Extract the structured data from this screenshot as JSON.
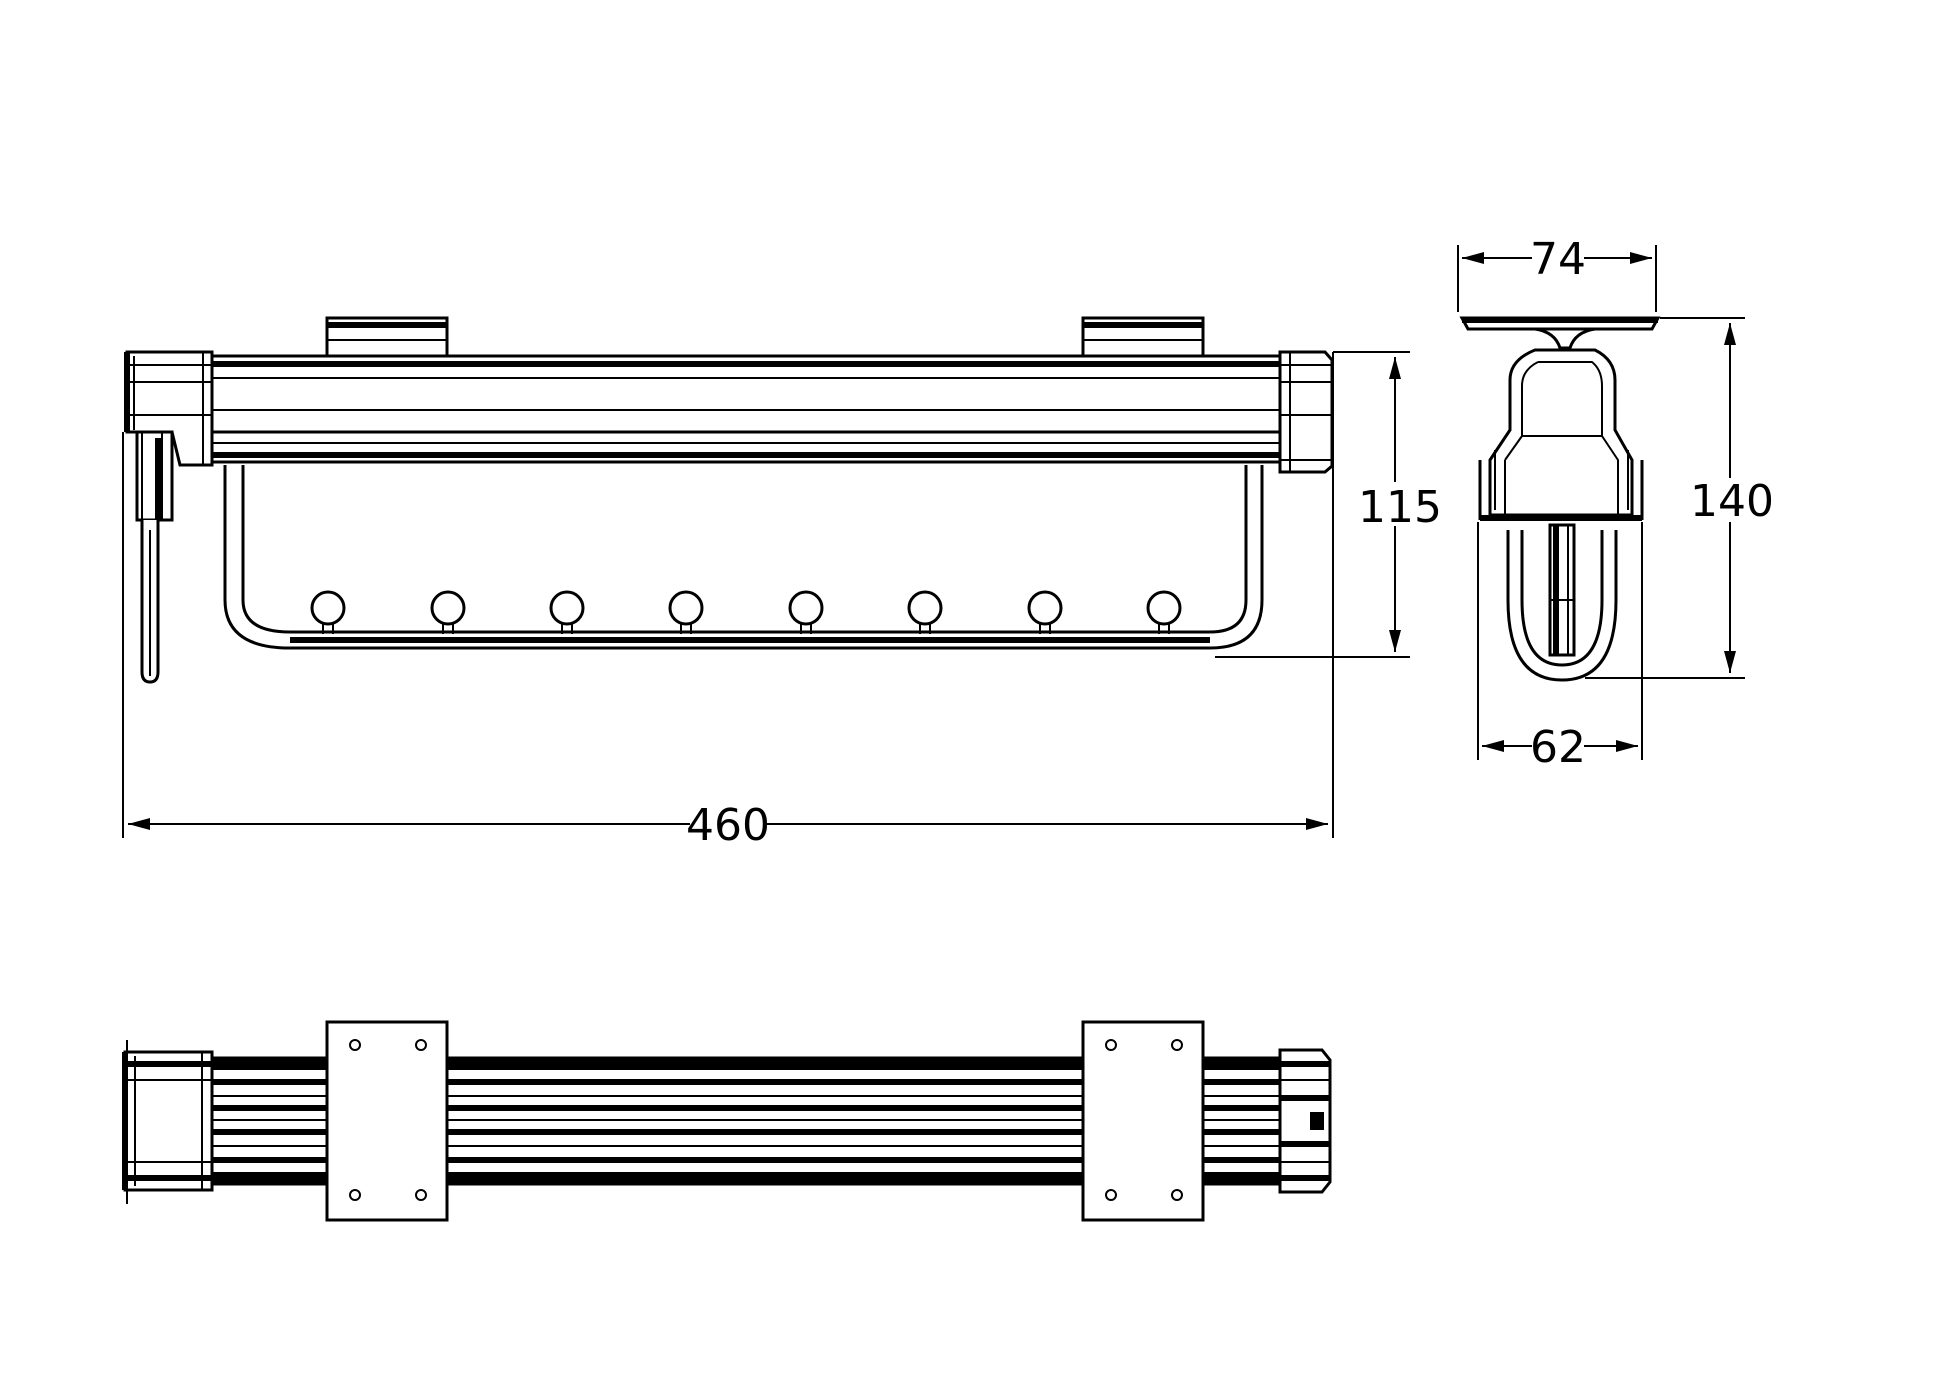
{
  "dimensions": {
    "overall_length": "460",
    "front_height": "115",
    "side_top_width": "74",
    "side_height": "140",
    "side_bottom_width": "62"
  },
  "colors": {
    "line": "#000000",
    "background": "#ffffff"
  }
}
